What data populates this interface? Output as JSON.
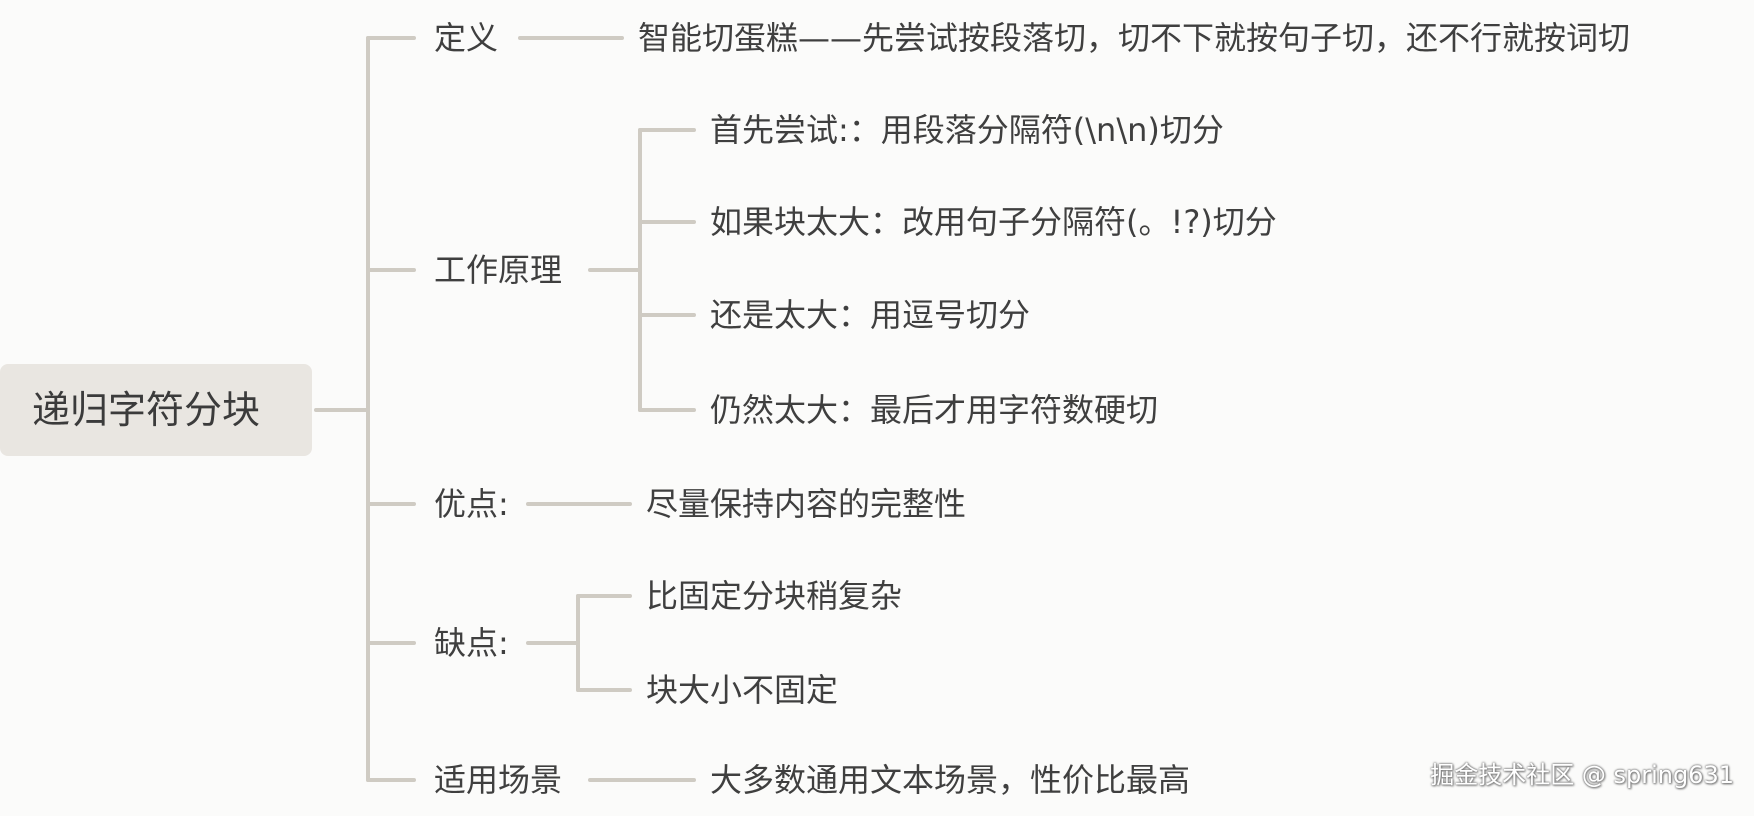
{
  "root": {
    "label": "递归字符分块"
  },
  "branches": {
    "definition": {
      "label": "定义",
      "children": [
        "智能切蛋糕——先尝试按段落切，切不下就按句子切，还不行就按词切"
      ]
    },
    "mechanism": {
      "label": "工作原理",
      "children": [
        "首先尝试:：用段落分隔符(\\n\\n)切分",
        "如果块太大：改用句子分隔符(。!?)切分",
        "还是太大：用逗号切分",
        "仍然太大：最后才用字符数硬切"
      ]
    },
    "pros": {
      "label": "优点:",
      "children": [
        "尽量保持内容的完整性"
      ]
    },
    "cons": {
      "label": "缺点:",
      "children": [
        "比固定分块稍复杂",
        "块大小不固定"
      ]
    },
    "scenarios": {
      "label": "适用场景",
      "children": [
        "大多数通用文本场景，性价比最高"
      ]
    }
  },
  "watermark": "掘金技术社区 @ spring631",
  "colors": {
    "line": "#cfcbc3",
    "root_bg": "#e9e6e1",
    "text": "#3f3f3f",
    "background": "#fbfbfa"
  }
}
